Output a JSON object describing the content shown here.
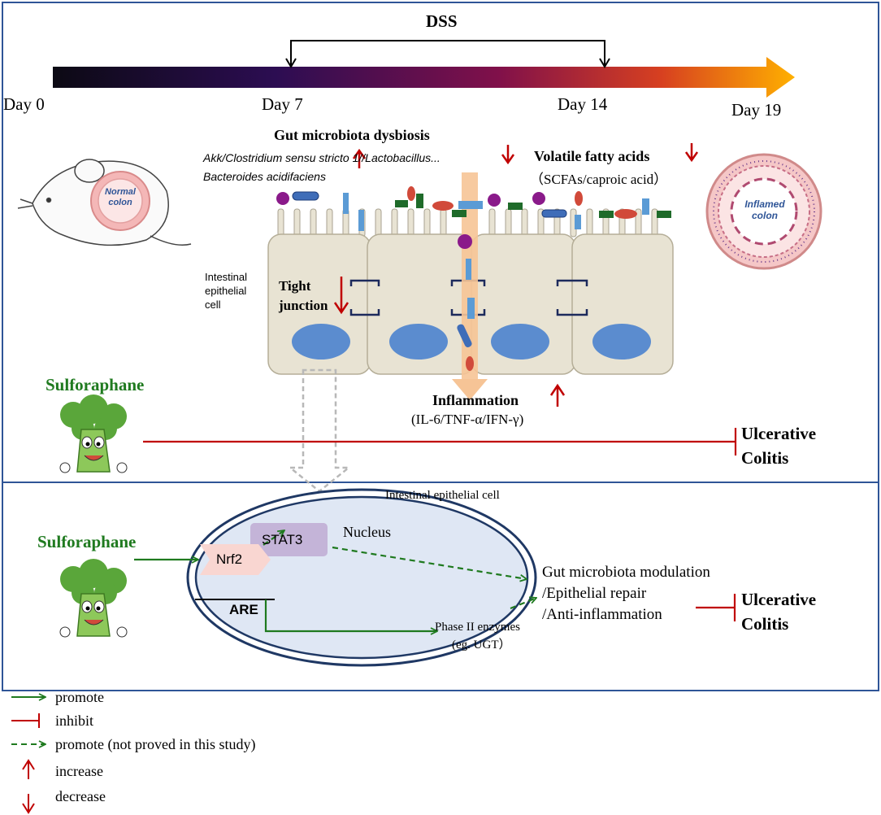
{
  "timeline": {
    "dss_label": "DSS",
    "day0": "Day 0",
    "day7": "Day 7",
    "day14": "Day 14",
    "day19": "Day 19"
  },
  "top": {
    "normal_colon": "Normal colon",
    "gut_title": "Gut microbiota dysbiosis",
    "bacteria_down": "Akk/Clostridium sensu stricto 1//Lactobacillus...",
    "bacteria_up": "Bacteroides acidifaciens",
    "vfa_title": "Volatile fatty acids",
    "vfa_sub": "（SCFAs/caproic acid）",
    "inflamed_colon": "Inflamed colon",
    "iec_label": "Intestinal epithelial cell",
    "tight_junction": "Tight junction",
    "sulforaphane": "Sulforaphane",
    "inflammation": "Inflammation",
    "inflammation_sub": "(IL-6/TNF-α/IFN-γ)",
    "ulcerative": "Ulcerative",
    "colitis": "Colitis"
  },
  "bottom": {
    "iec_label": "Intestinal epithelial cell",
    "sulforaphane": "Sulforaphane",
    "stat3": "STAT3",
    "nucleus": "Nucleus",
    "nrf2": "Nrf2",
    "are": "ARE",
    "phase2": "Phase II enzymes",
    "phase2_sub": "(eg. UGT）",
    "outcome1": "Gut microbiota modulation",
    "outcome2": "/Epithelial repair",
    "outcome3": "/Anti-inflammation",
    "ulcerative": "Ulcerative",
    "colitis": "Colitis"
  },
  "legend": {
    "promote": "promote",
    "inhibit": "inhibit",
    "promote_dashed": "promote (not proved in this study)",
    "increase": "increase",
    "decrease": "decrease"
  },
  "colors": {
    "frame": "#2f5597",
    "promote": "#1f7a1f",
    "inhibit": "#c00000",
    "cell": "#e8e3d3",
    "nucleus_fill": "#5b8ccf",
    "gradient": [
      "#1a1028",
      "#3a0f58",
      "#8a1048",
      "#e0501f",
      "#ffb000"
    ]
  }
}
